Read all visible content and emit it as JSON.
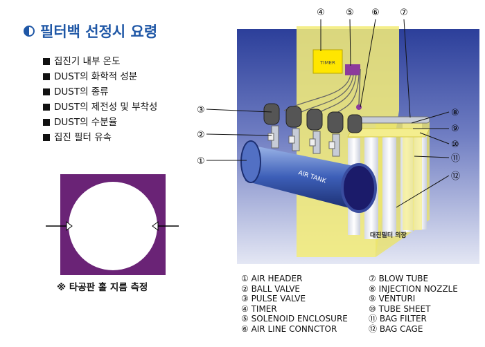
{
  "heading": {
    "text": "필터백 선정시 요령"
  },
  "bullets": [
    "집진기 내부 온도",
    "DUST의 화학적 성분",
    "DUST의 종류",
    "DUST의 제전성 및 부착성",
    "DUST의 수분율",
    "집진 필터 유속"
  ],
  "probe_caption": "※ 타공판 홀 지름 측정",
  "diagram": {
    "timer_label": "TIMER",
    "tank_label": "AIR TANK",
    "housing_label": "대진필터 의장",
    "callouts": [
      "①",
      "②",
      "③",
      "④",
      "⑤",
      "⑥",
      "⑦",
      "⑧",
      "⑨",
      "⑩",
      "⑪",
      "⑫"
    ]
  },
  "legend": [
    "① AIR HEADER",
    "② BALL VALVE",
    "③ PULSE VALVE",
    "④ TIMER",
    "⑤ SOLENOID ENCLOSURE",
    "⑥ AIR LINE CONNCTOR",
    "⑦ BLOW TUBE",
    "⑧ INJECTION NOZZLE",
    "⑨ VENTURI",
    "⑩ TUBE SHEET",
    "⑪ BAG FILTER",
    "⑫ BAG CAGE"
  ],
  "colors": {
    "heading": "#1f57a6",
    "probe_fill": "#6a2376",
    "housing": "#f3ec7a",
    "background_top": "#2c3f9a"
  }
}
